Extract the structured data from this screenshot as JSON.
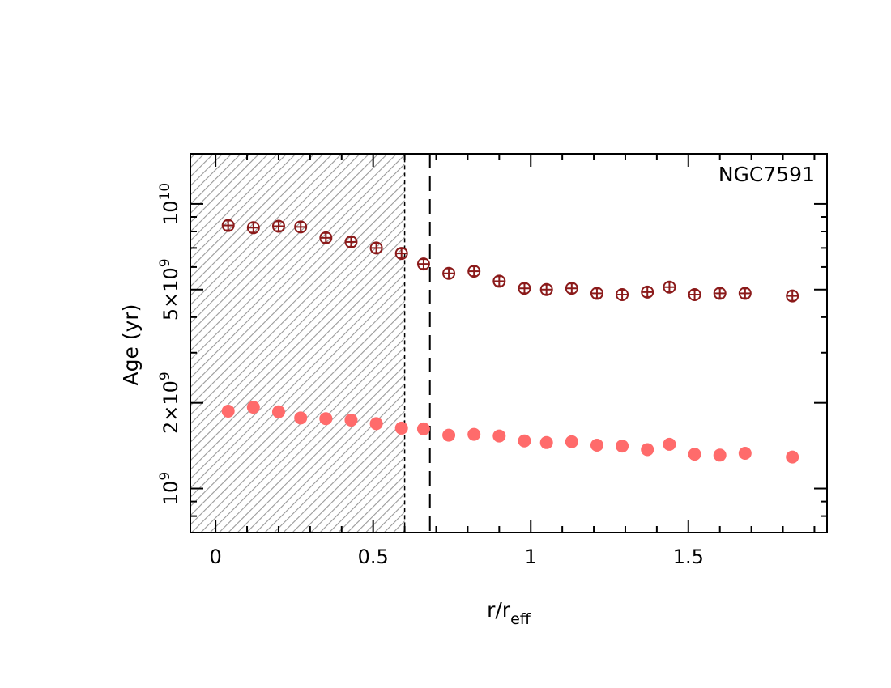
{
  "chart_data": {
    "type": "scatter",
    "annotation": "NGC7591",
    "xlabel": {
      "main": "r/r",
      "sub": "eff"
    },
    "ylabel": "Age (yr)",
    "xlim": [
      -0.08,
      1.94
    ],
    "ylim": [
      700000000,
      15000000000
    ],
    "yscale": "log",
    "grid": false,
    "legend": "none",
    "x_ticks": [
      {
        "value": 0,
        "label": "0"
      },
      {
        "value": 0.5,
        "label": "0.5"
      },
      {
        "value": 1,
        "label": "1"
      },
      {
        "value": 1.5,
        "label": "1.5"
      }
    ],
    "y_ticks": [
      {
        "value": 1000000000,
        "base": "10",
        "exp": "9"
      },
      {
        "value": 2000000000,
        "mant": "2",
        "base": "10",
        "exp": "9"
      },
      {
        "value": 5000000000,
        "mant": "5",
        "base": "10",
        "exp": "9"
      },
      {
        "value": 10000000000,
        "base": "10",
        "exp": "10"
      }
    ],
    "shaded_region": {
      "x": [
        -0.08,
        0.6
      ],
      "pattern": "diagonal-hatch"
    },
    "vertical_line": {
      "x": 0.68,
      "style": "dashed"
    },
    "colors": {
      "open_series": "#8b1a1a",
      "filled_series": "#ff6b6b",
      "hatch": "#999999"
    },
    "series": [
      {
        "marker": "open-circle",
        "x": [
          0.04,
          0.12,
          0.2,
          0.27,
          0.35,
          0.43,
          0.51,
          0.59,
          0.66,
          0.74,
          0.82,
          0.9,
          0.98,
          1.05,
          1.13,
          1.21,
          1.29,
          1.37,
          1.44,
          1.52,
          1.6,
          1.68,
          1.83
        ],
        "y": [
          8400000000,
          8250000000,
          8350000000,
          8300000000,
          7600000000,
          7350000000,
          7000000000,
          6700000000,
          6150000000,
          5700000000,
          5800000000,
          5350000000,
          5050000000,
          5000000000,
          5050000000,
          4850000000,
          4800000000,
          4900000000,
          5100000000,
          4800000000,
          4850000000,
          4850000000,
          4750000000
        ]
      },
      {
        "marker": "filled-circle",
        "x": [
          0.04,
          0.12,
          0.2,
          0.27,
          0.35,
          0.43,
          0.51,
          0.59,
          0.66,
          0.74,
          0.82,
          0.9,
          0.98,
          1.05,
          1.13,
          1.21,
          1.29,
          1.37,
          1.44,
          1.52,
          1.6,
          1.68,
          1.83
        ],
        "y": [
          1870000000,
          1930000000,
          1860000000,
          1770000000,
          1760000000,
          1740000000,
          1690000000,
          1630000000,
          1620000000,
          1540000000,
          1550000000,
          1530000000,
          1470000000,
          1450000000,
          1460000000,
          1420000000,
          1410000000,
          1370000000,
          1430000000,
          1320000000,
          1310000000,
          1330000000,
          1290000000
        ]
      }
    ]
  }
}
